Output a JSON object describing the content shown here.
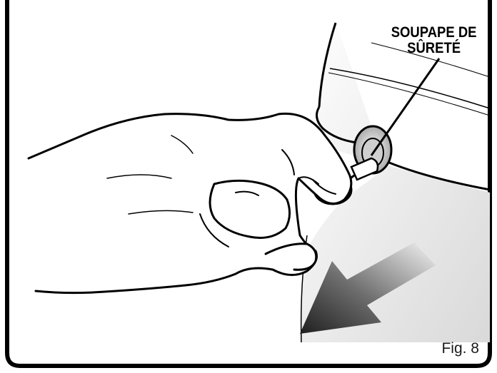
{
  "callout": {
    "line1": "SOUPAPE DE",
    "line2": "SÛRETÉ"
  },
  "figure_label": "Fig. 8",
  "colors": {
    "frame": "#000000",
    "background": "#ffffff",
    "arrow_dark": "#2a2a2a",
    "arrow_light": "#f4f4f4"
  }
}
